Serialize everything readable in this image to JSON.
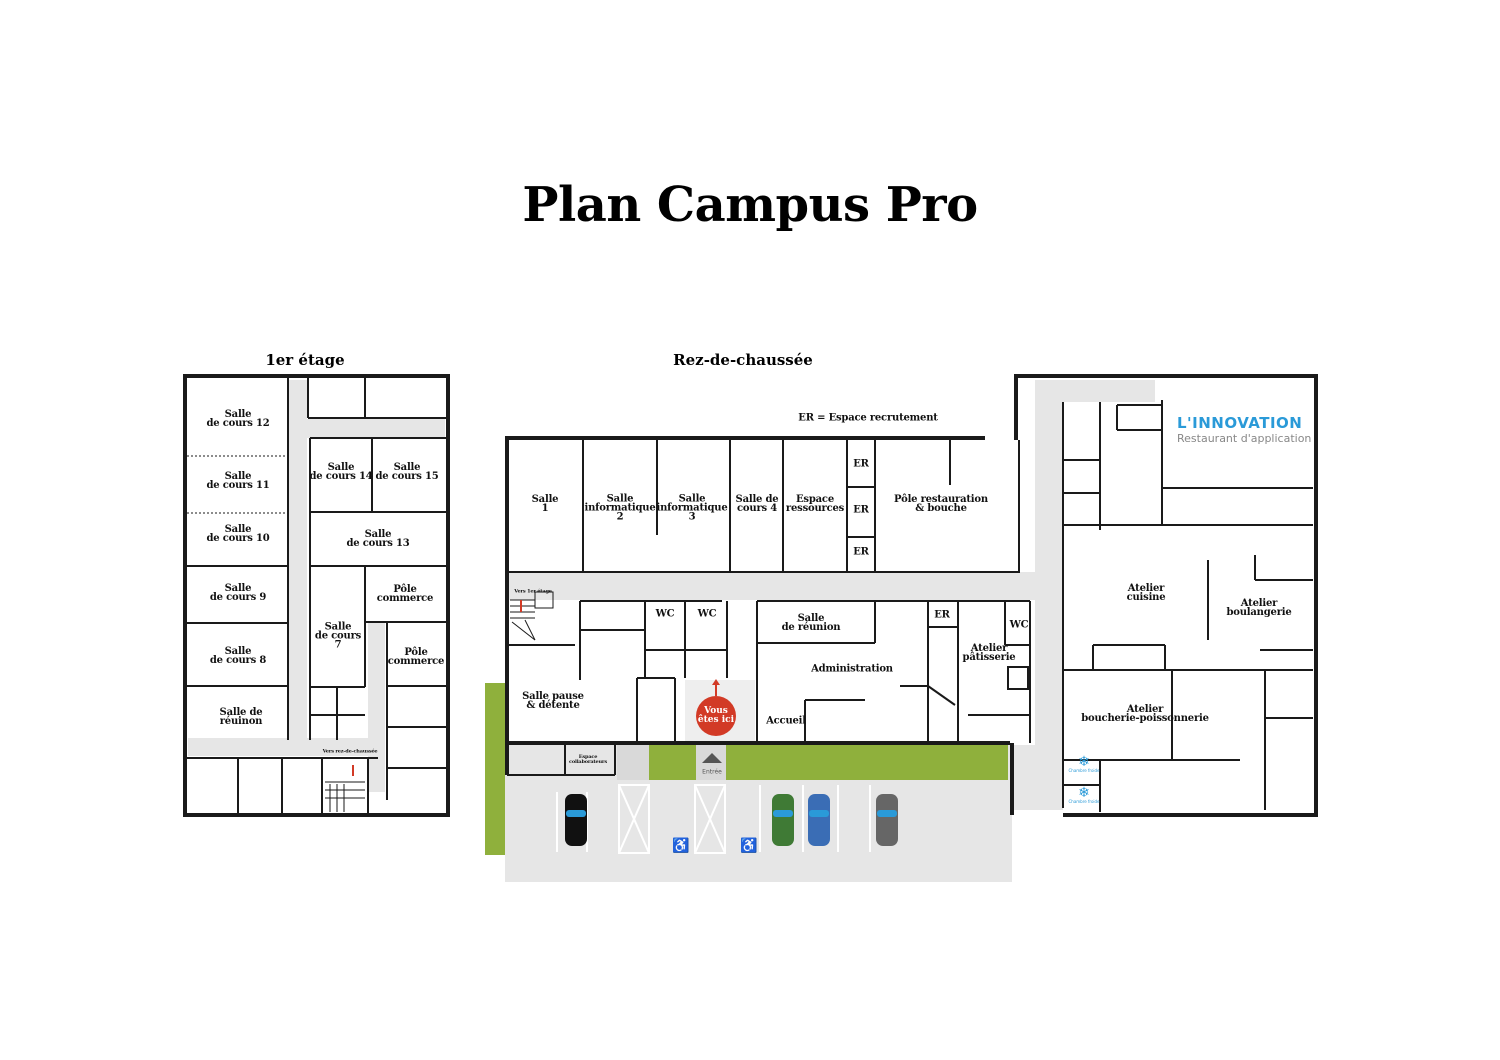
{
  "title": "Plan Campus Pro",
  "sections": {
    "first_floor": "1er étage",
    "ground_floor": "Rez-de-chaussée"
  },
  "legend": "ER = Espace recrutement",
  "first_floor_rooms": [
    "Salle\nde cours 12",
    "Salle\nde cours 11",
    "Salle\nde cours 10",
    "Salle\nde cours 9",
    "Salle\nde cours 8",
    "Salle de\nréuinon",
    "Salle\nde cours 14",
    "Salle\nde cours 15",
    "Salle\nde cours 13",
    "Salle\nde cours\n7",
    "Pôle\ncommerce",
    "Pôle\ncommerce"
  ],
  "first_floor_stairs": "Vers rez-de-chaussée",
  "ground_rooms": [
    "Salle\n1",
    "Salle\ninformatique\n2",
    "Salle\ninformatique\n3",
    "Salle de\ncours 4",
    "Espace\nressources",
    "ER",
    "ER",
    "ER",
    "Pôle restauration\n& bouche",
    "WC",
    "WC",
    "Salle\nde réunion",
    "Administration",
    "Accueil",
    "ER",
    "WC",
    "Atelier\npâtisserie",
    "Salle pause\n& détente",
    "Espace\ncollaborateurs"
  ],
  "ground_stairs": "Vers 1er étage",
  "you_are_here": "Vous\nêtes ici",
  "entrance": "Entrée",
  "restaurant": {
    "name": "L'INNOVATION",
    "subtitle": "Restaurant d'application",
    "color": "#2a9ad8"
  },
  "kitchen_rooms": [
    "Atelier\ncuisine",
    "Atelier\nboulangerie",
    "Atelier\nboucherie-poissonnerie"
  ],
  "cold_rooms": [
    "Chambre froide",
    "Chambre froide"
  ],
  "colors": {
    "green": "#8fb03c",
    "corridor": "#e6e6e6",
    "marker": "#d23a26",
    "cars": [
      "#111111",
      "#3f7a35",
      "#3a6db5",
      "#666666"
    ],
    "car_glass": "#2a9ad8"
  }
}
